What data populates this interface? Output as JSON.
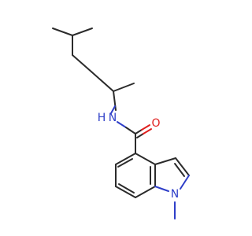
{
  "molecule": {
    "atoms": {
      "amide_nitrogen": {
        "symbol": "N",
        "h_label": "H",
        "color": "#2e3ec8"
      },
      "carbonyl_oxygen": {
        "symbol": "O",
        "color": "#e0201e"
      },
      "indole_nitrogen": {
        "symbol": "N",
        "color": "#2e3ec8"
      }
    },
    "bond_color": "#2b2b2b"
  }
}
